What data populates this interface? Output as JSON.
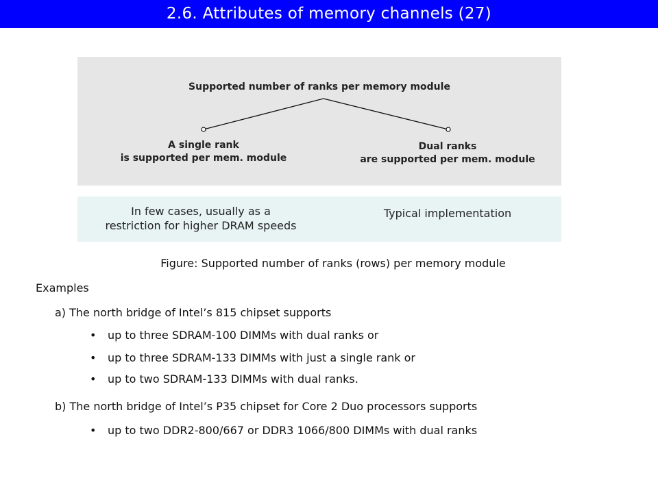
{
  "slide": {
    "title": "2.6. Attributes of memory channels (27)"
  },
  "diagram": {
    "root_label": "Supported number of ranks per memory module",
    "left_line1": "A single rank",
    "left_line2": "is supported per mem. module",
    "right_line1": "Dual ranks",
    "right_line2": "are supported per mem. module"
  },
  "notes": {
    "left_line1": "In few cases, usually as a",
    "left_line2": "restriction for higher DRAM speeds",
    "right": "Typical implementation"
  },
  "caption": "Figure: Supported number of ranks (rows) per memory module",
  "examples": {
    "heading": "Examples",
    "a_text": "a) The north bridge of Intel’s 815 chipset supports",
    "a_bullets": [
      "up to three SDRAM-100 DIMMs with dual ranks or",
      "up to three SDRAM-133 DIMMs with just a single rank or",
      "up to two SDRAM-133 DIMMs with dual ranks."
    ],
    "b_text": "b) The north bridge of Intel’s P35 chipset for Core 2 Duo processors supports",
    "b_bullets": [
      "up to two DDR2-800/667 or DDR3 1066/800 DIMMs with dual ranks"
    ]
  }
}
